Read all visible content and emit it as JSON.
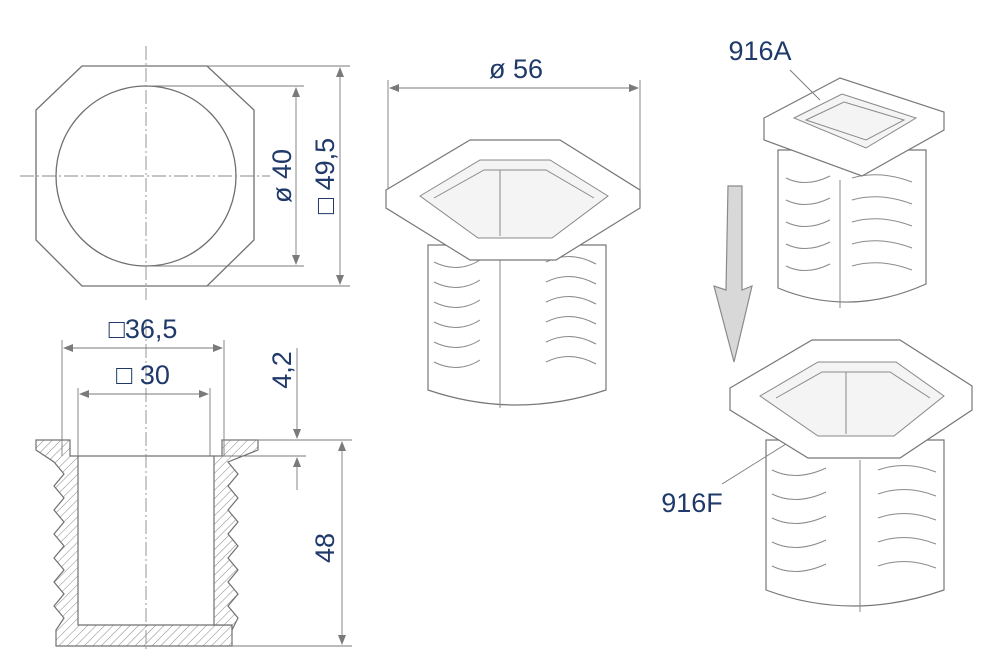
{
  "dimensions": {
    "diameter_outer": "ø 56",
    "diameter_inner": "ø 40",
    "square_outer": "□ 49,5",
    "square_flange": "□36,5",
    "square_inner": "□ 30",
    "flange_height": "4,2",
    "body_height": "48"
  },
  "labels": {
    "insert": "916A",
    "housing": "916F"
  },
  "colors": {
    "dimension_text": "#1f3a6a",
    "line": "#707070",
    "arrow_fill": "#d8d8d8"
  }
}
